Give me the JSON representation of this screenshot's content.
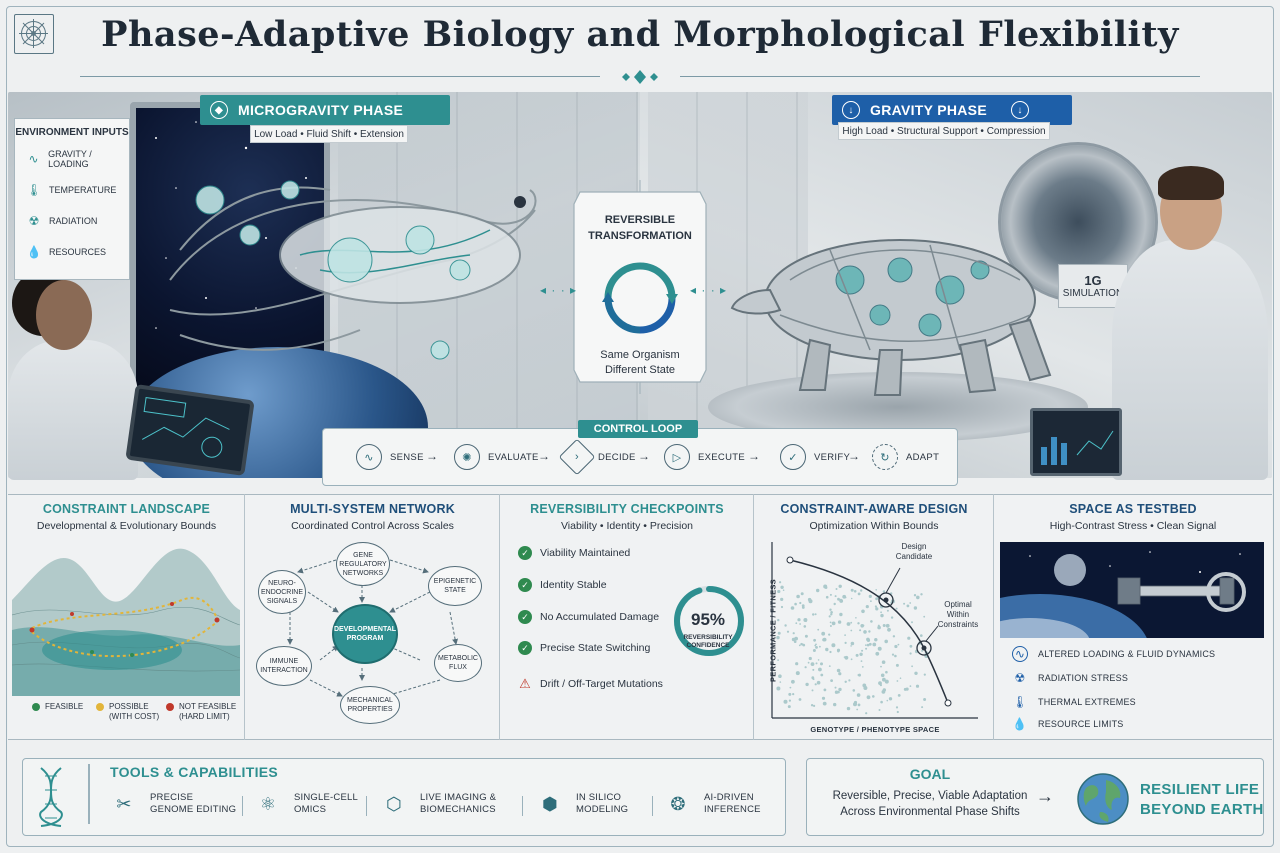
{
  "header": {
    "title": "Phase-Adaptive Biology and Morphological Flexibility"
  },
  "colors": {
    "teal": "#2e8f90",
    "blue": "#1e5fa8",
    "green": "#2f8a4f",
    "red": "#c0392b",
    "yellow": "#e2b53a",
    "ink": "#2a3440"
  },
  "icons": {
    "logo": "web-network-icon",
    "gravity": "gravity-wave-icon",
    "temperature": "thermometer-icon",
    "radiation": "radiation-icon",
    "resources": "droplet-icon"
  },
  "hero": {
    "microgravity": {
      "label": "MICROGRAVITY PHASE",
      "subtitle": "Low Load • Fluid Shift • Extension"
    },
    "gravity": {
      "label": "GRAVITY PHASE",
      "subtitle": "High Load • Structural Support • Compression"
    },
    "environment": {
      "title": "ENVIRONMENT INPUTS",
      "items": [
        "GRAVITY / LOADING",
        "TEMPERATURE",
        "RADIATION",
        "RESOURCES"
      ]
    },
    "transformation": {
      "title_line1": "REVERSIBLE",
      "title_line2": "TRANSFORMATION",
      "sub_line1": "Same Organism",
      "sub_line2": "Different State"
    },
    "simulation_label_line1": "1G",
    "simulation_label_line2": "SIMULATION"
  },
  "control_loop": {
    "title": "CONTROL LOOP",
    "steps": [
      "SENSE",
      "EVALUATE",
      "DECIDE",
      "EXECUTE",
      "VERIFY",
      "ADAPT"
    ]
  },
  "constraint_landscape": {
    "title": "CONSTRAINT LANDSCAPE",
    "subtitle": "Developmental & Evolutionary Bounds",
    "legend": [
      {
        "line1": "FEASIBLE",
        "line2": "",
        "color": "#2f8a4f"
      },
      {
        "line1": "POSSIBLE",
        "line2": "(WITH COST)",
        "color": "#e2b53a"
      },
      {
        "line1": "NOT FEASIBLE",
        "line2": "(HARD LIMIT)",
        "color": "#c0392b"
      }
    ]
  },
  "network": {
    "title": "MULTI-SYSTEM NETWORK",
    "subtitle": "Coordinated Control Across Scales",
    "nodes": {
      "gene": [
        "GENE",
        "REGULATORY",
        "NETWORKS"
      ],
      "neuro": [
        "NEURO-",
        "ENDOCRINE",
        "SIGNALS"
      ],
      "epigenetic": [
        "EPIGENETIC",
        "STATE"
      ],
      "developmental": [
        "DEVELOPMENTAL",
        "PROGRAM"
      ],
      "immune": [
        "IMMUNE",
        "INTERACTION"
      ],
      "metabolic": [
        "METABOLIC",
        "FLUX"
      ],
      "mechanical": [
        "MECHANICAL",
        "PROPERTIES"
      ]
    }
  },
  "checkpoints": {
    "title": "REVERSIBILITY CHECKPOINTS",
    "subtitle": "Viability • Identity • Precision",
    "items": [
      "Viability Maintained",
      "Identity Stable",
      "No Accumulated Damage",
      "Precise State Switching"
    ],
    "warning": "Drift / Off-Target Mutations",
    "gauge": {
      "value": 95,
      "value_text": "95%",
      "label_line1": "REVERSIBILITY",
      "label_line2": "CONFIDENCE"
    }
  },
  "design": {
    "title": "CONSTRAINT-AWARE DESIGN",
    "subtitle": "Optimization Within Bounds",
    "y_label": "PERFORMANCE / FITNESS",
    "x_label": "GENOTYPE / PHENOTYPE SPACE",
    "annotations": {
      "candidate_line1": "Design",
      "candidate_line2": "Candidate",
      "optimal_line1": "Optimal",
      "optimal_line2": "Within",
      "optimal_line3": "Constraints"
    }
  },
  "testbed": {
    "title": "SPACE AS TESTBED",
    "subtitle": "High-Contrast Stress • Clean Signal",
    "items": [
      "ALTERED LOADING & FLUID DYNAMICS",
      "RADIATION STRESS",
      "THERMAL EXTREMES",
      "RESOURCE LIMITS"
    ]
  },
  "tools": {
    "title": "TOOLS & CAPABILITIES",
    "items": [
      {
        "line1": "PRECISE",
        "line2": "GENOME EDITING",
        "icon": "scissors-icon"
      },
      {
        "line1": "SINGLE-CELL",
        "line2": "OMICS",
        "icon": "cells-icon"
      },
      {
        "line1": "LIVE IMAGING &",
        "line2": "BIOMECHANICS",
        "icon": "cube-icon"
      },
      {
        "line1": "IN SILICO",
        "line2": "MODELING",
        "icon": "model-cube-icon"
      },
      {
        "line1": "AI-DRIVEN",
        "line2": "INFERENCE",
        "icon": "brain-icon"
      }
    ]
  },
  "goal": {
    "title": "GOAL",
    "line1": "Reversible, Precise, Viable Adaptation",
    "line2": "Across Environmental Phase Shifts",
    "result_line1": "RESILIENT LIFE",
    "result_line2": "BEYOND EARTH"
  }
}
